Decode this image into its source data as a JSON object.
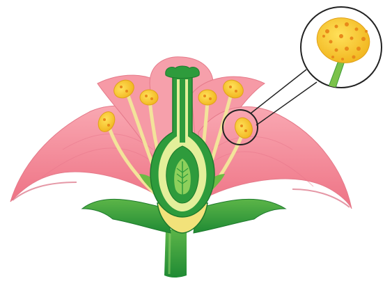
{
  "diagram": {
    "subject": "flower-cross-section",
    "parts": [
      "petal",
      "stamen",
      "anther",
      "filament",
      "pistil",
      "stigma",
      "style",
      "ovary",
      "ovule",
      "sepal",
      "receptacle",
      "stem",
      "magnifier"
    ]
  },
  "colors": {
    "petal": "#f28b98",
    "petal_dark": "#e05c6f",
    "petal_light": "#f9b7bf",
    "green": "#2f9e3c",
    "green_light": "#7bc24a",
    "green_dark": "#1d7a2c",
    "yellow": "#f5d03b",
    "yellow_pale": "#f3e39a",
    "anther": "#f6c21e",
    "anther_spot": "#e8891a",
    "outline": "#222222"
  }
}
